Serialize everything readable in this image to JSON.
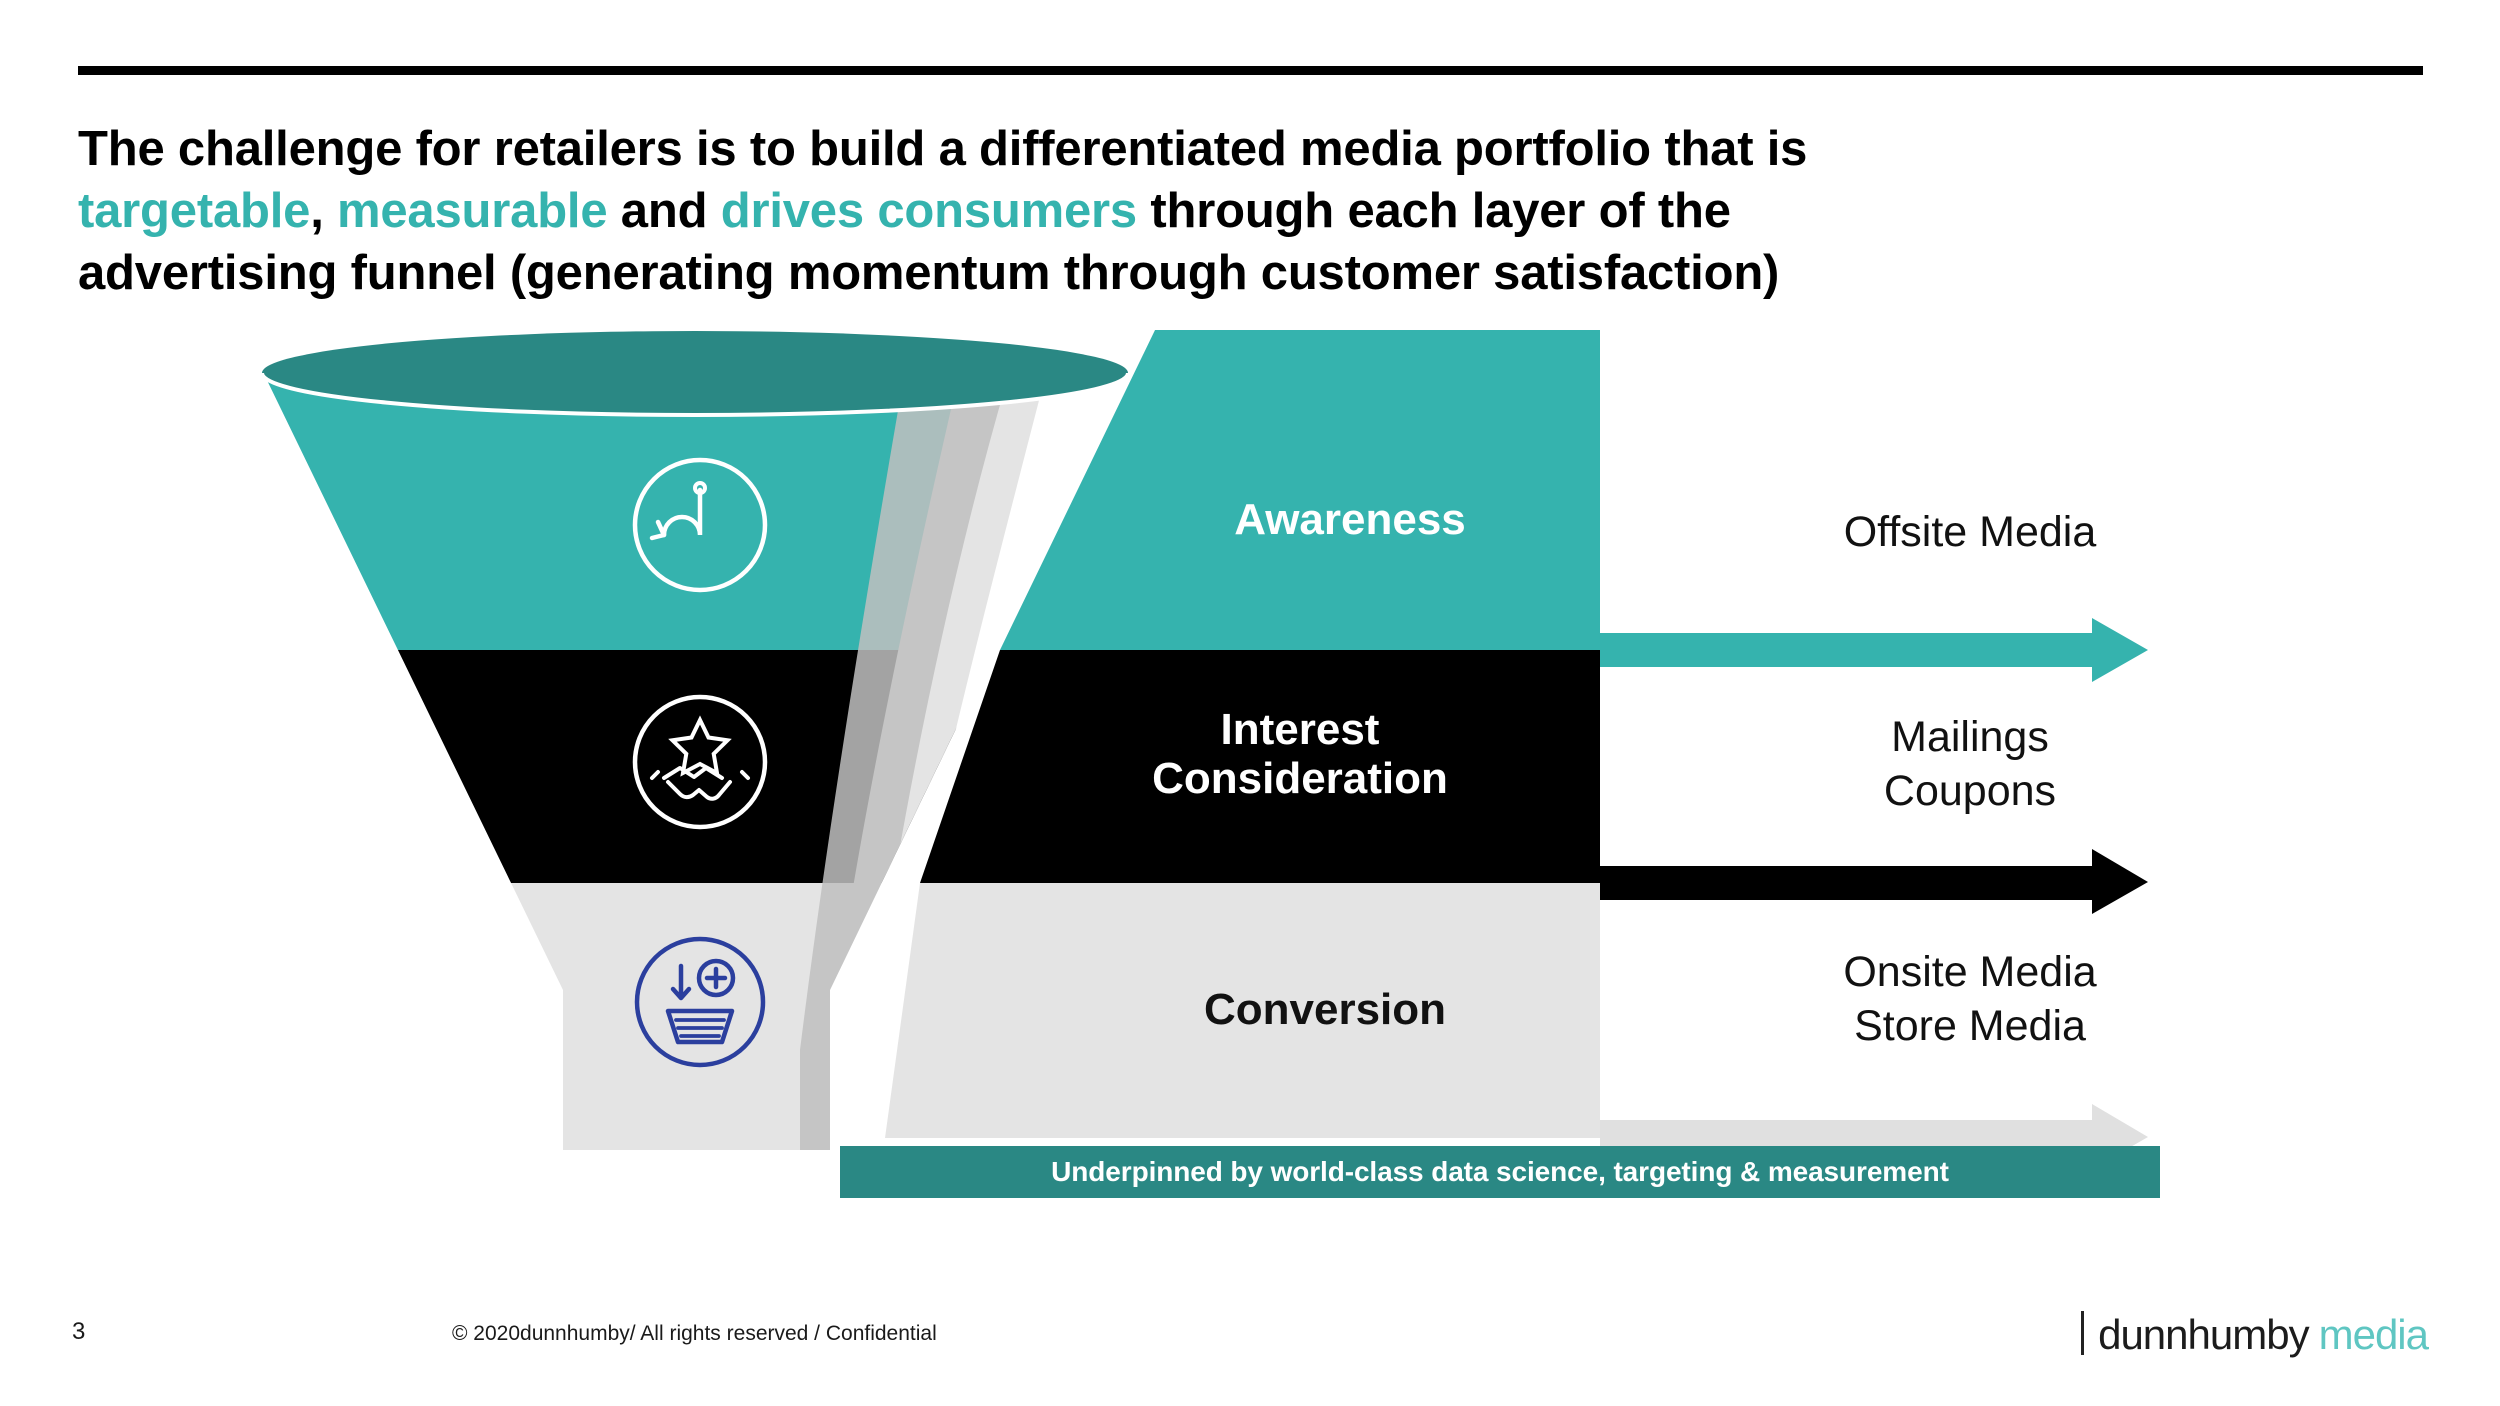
{
  "slide": {
    "title_lines": [
      {
        "parts": [
          {
            "text": "The challenge for retailers is to build a differentiated media portfolio that is ",
            "accent": false
          }
        ]
      },
      {
        "parts": [
          {
            "text": "targetable",
            "accent": true
          },
          {
            "text": ", ",
            "accent": false
          },
          {
            "text": "measurable",
            "accent": true
          },
          {
            "text": " and ",
            "accent": false
          },
          {
            "text": "drives consumers",
            "accent": true
          },
          {
            "text": " through each layer of the ",
            "accent": false
          }
        ]
      },
      {
        "parts": [
          {
            "text": "advertising funnel (generating momentum through customer satisfaction)",
            "accent": false
          }
        ]
      }
    ],
    "title_plain": "The challenge for retailers is to build a differentiated media portfolio that is targetable, measurable and drives consumers through each layer of the advertising funnel (generating momentum through customer satisfaction)"
  },
  "funnel": {
    "stages": [
      {
        "id": "awareness",
        "label": "Awareness",
        "icon": "fish-hook-icon",
        "band_color": "#35B3AE",
        "label_color": "#ffffff",
        "media": "Offsite Media",
        "arrow_color": "#35B3AE"
      },
      {
        "id": "interest-consideration",
        "label": "Interest\nConsideration",
        "label_line1": "Interest",
        "label_line2": "Consideration",
        "icon": "handshake-star-icon",
        "band_color": "#000000",
        "label_color": "#ffffff",
        "media_line1": "Mailings",
        "media_line2": "Coupons",
        "arrow_color": "#000000"
      },
      {
        "id": "conversion",
        "label": "Conversion",
        "icon": "add-to-basket-icon",
        "band_color": "#E4E4E4",
        "label_color": "#111111",
        "media_line1": "Onsite Media",
        "media_line2": "Store Media",
        "arrow_color": "#E0E0E0"
      }
    ],
    "funnel_top_ellipse_color": "#2A8884",
    "funnel_shadow_color": "#BFBFBF",
    "footer_banner": "Underpinned by world-class data science, targeting & measurement",
    "footer_banner_color": "#2A8884"
  },
  "footer": {
    "page_number": "3",
    "copyright": "© 2020dunnhumby/ All rights reserved / Confidential",
    "logo_primary": "dunnhumby",
    "logo_secondary": "media",
    "logo_accent_color": "#5FC6C2"
  },
  "colors": {
    "teal": "#35B3AE",
    "teal_dark": "#2A8884",
    "black": "#000000",
    "grey": "#E4E4E4",
    "blue_icon": "#2B3F9E"
  }
}
